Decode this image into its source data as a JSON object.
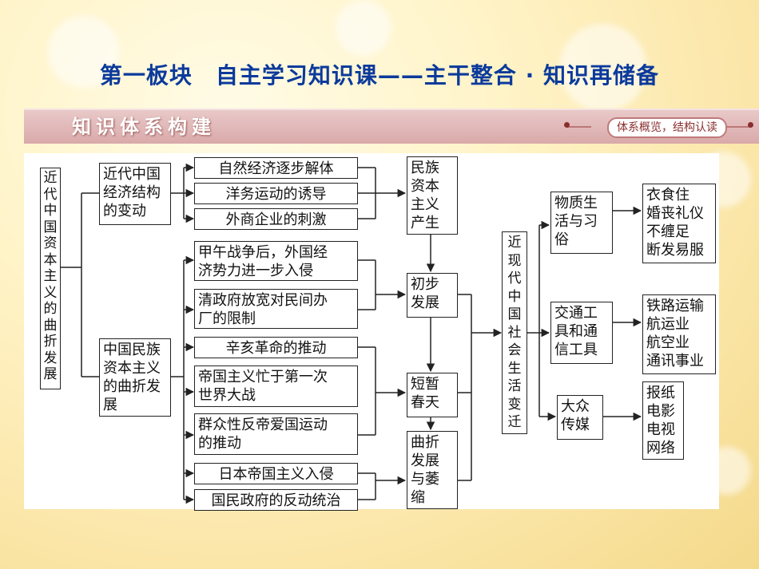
{
  "slide": {
    "title": "第一板块　自主学习知识课——主干整合 · 知识再储备",
    "banner_title": "知识体系构建",
    "banner_note": "体系概览，结构认读"
  },
  "diagram": {
    "root": "近\n代\n中\n国\n资\n本\n主\n义\n的\n曲\n折\n发\n展",
    "branch_economy": "近代中国\n经济结构\n的变动",
    "branch_capitalism": "中国民族\n资本主义\n的曲折发\n展",
    "factor_natural_economy": "自然经济逐步解体",
    "factor_westernization": "洋务运动的诱导",
    "factor_foreign_enterprises": "外商企业的刺激",
    "factor_sino_japanese_war": "甲午战争后，外国经\n济势力进一步入侵",
    "factor_qing_policy": "清政府放宽对民间办\n厂的限制",
    "factor_1911_revolution": "辛亥革命的推动",
    "factor_ww1": "帝国主义忙于第一次\n世界大战",
    "factor_mass_movements": "群众性反帝爱国运动\n的推动",
    "factor_japanese_invasion": "日本帝国主义入侵",
    "factor_kmt_policy": "国民政府的反动统治",
    "stage_emergence": "民族\n资本\n主义\n产生",
    "stage_initial": "初步\n发展",
    "stage_spring": "短暂\n春天",
    "stage_decline": "曲折\n发展\n与萎\n缩",
    "social_change": "近\n现\n代\n中\n国\n社\n会\n生\n活\n变\n迁",
    "life_material": "物质生\n活与习\n俗",
    "life_transport": "交通工\n具和通\n信工具",
    "life_media": "大众\n传媒",
    "detail_material": "衣食住\n婚丧礼仪\n不缠足\n断发易服",
    "detail_transport": "铁路运输\n航运业\n航空业\n通讯事业",
    "detail_media": "报纸\n电影\n电视\n网络"
  }
}
